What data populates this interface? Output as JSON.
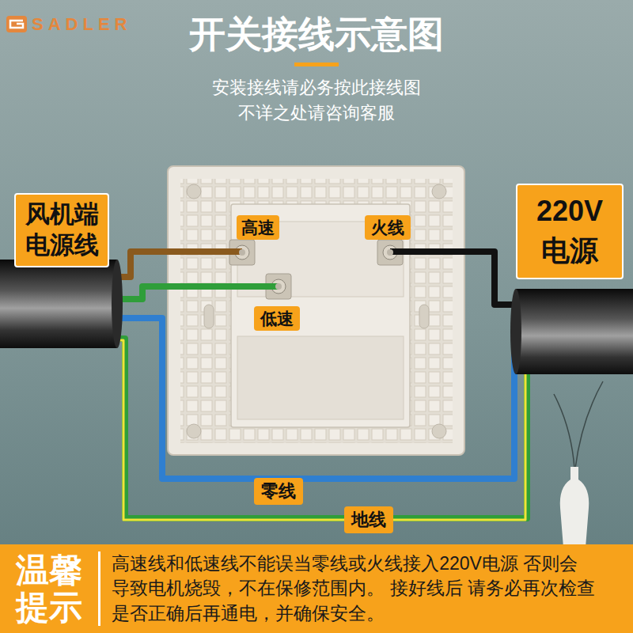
{
  "diagram": {
    "title": "开关接线示意图",
    "nodes": [
      {
        "text": [
          "风机端 电源线"
        ]
      },
      {
        "text": [
          "高速"
        ]
      },
      {
        "text": [
          "火线"
        ]
      },
      {
        "text": [
          "220V 电源"
        ]
      },
      {
        "text": [
          "低速"
        ]
      },
      {
        "text": [
          "零线"
        ]
      },
      {
        "text": [
          "地线"
        ]
      },
      {
        "text": [
          "温馨 提示",
          "高速线和低速线不能误当零线或火线接入220V电源 否则会导致电机烧毁，不在保修范围内。 接好线后 请务必再次检查是否正确后再通电，并确保安全。"
        ]
      }
    ],
    "labels": [
      "SADLER",
      "安装接线请必务按此接线图",
      "不详之处请咨询客服"
    ]
  }
}
